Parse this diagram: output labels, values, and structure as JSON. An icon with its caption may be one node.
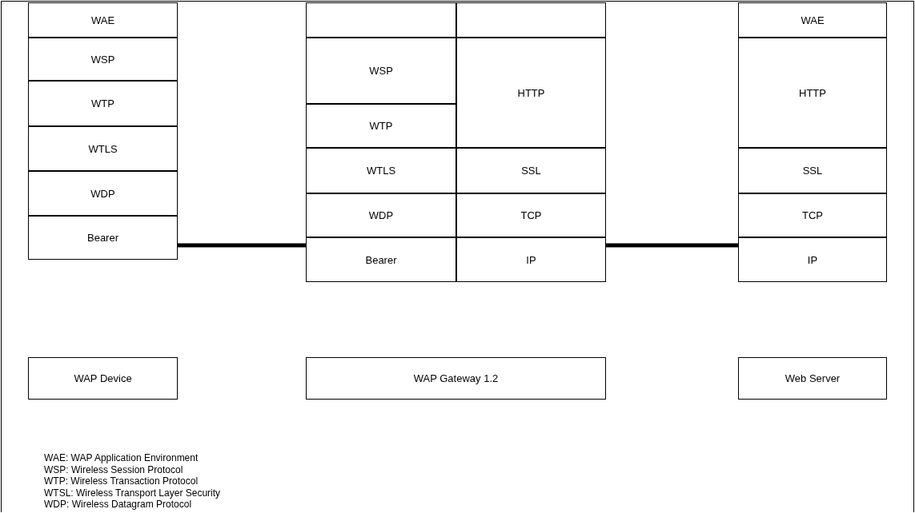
{
  "diagram": {
    "nodes": [
      {
        "text": [
          "WAE"
        ]
      },
      {
        "text": [
          "WSP"
        ]
      },
      {
        "text": [
          "WTP"
        ]
      },
      {
        "text": [
          "WTLS"
        ]
      },
      {
        "text": [
          "WDP"
        ]
      },
      {
        "text": [
          "Bearer"
        ]
      },
      {
        "text": [],
        "shape": "box"
      },
      {
        "text": [],
        "shape": "box"
      },
      {
        "text": [
          "WSP"
        ]
      },
      {
        "text": [
          "HTTP"
        ]
      },
      {
        "text": [
          "WTP"
        ]
      },
      {
        "text": [
          "WTLS"
        ]
      },
      {
        "text": [
          "SSL"
        ]
      },
      {
        "text": [
          "WDP"
        ]
      },
      {
        "text": [
          "TCP"
        ]
      },
      {
        "text": [
          "Bearer"
        ]
      },
      {
        "text": [
          "IP"
        ]
      },
      {
        "text": [
          "WAE"
        ]
      },
      {
        "text": [
          "HTTP"
        ]
      },
      {
        "text": [
          "SSL"
        ]
      },
      {
        "text": [
          "TCP"
        ]
      },
      {
        "text": [
          "IP"
        ]
      },
      {
        "text": [
          "WAP Device"
        ]
      },
      {
        "text": [
          "WAP Gateway 1.2"
        ]
      },
      {
        "text": [
          "Web Server"
        ]
      }
    ],
    "edges": [
      {
        "from": 5,
        "to": 15,
        "arrow": "none"
      },
      {
        "from": 16,
        "to": 21,
        "arrow": "none"
      }
    ],
    "labels": [
      "WAE: WAP Application Environment",
      "WSP: Wireless Session Protocol",
      "WTP: Wireless Transaction Protocol",
      "WTSL: Wireless Transport Layer Security",
      "WDP: Wireless Datagram Protocol"
    ]
  }
}
